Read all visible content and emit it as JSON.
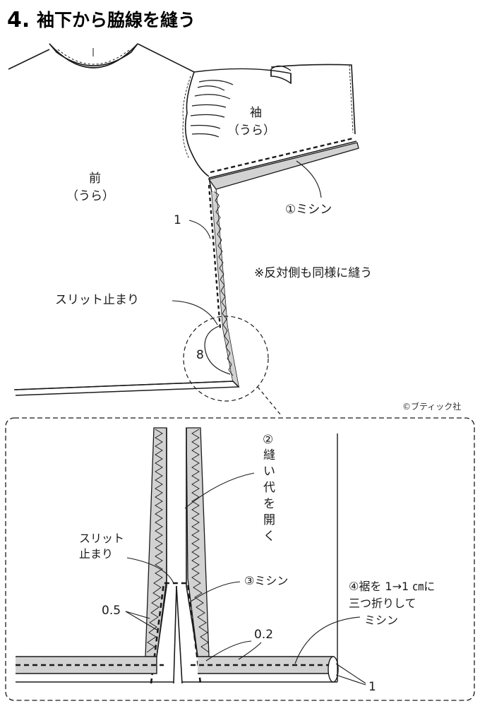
{
  "title": {
    "number": "4.",
    "text": "袖下から脇線を縫う"
  },
  "labels": {
    "sleeve": "袖",
    "sleeve_side": "（うら）",
    "front": "前",
    "front_side": "（うら）",
    "step1": "①ミシン",
    "seam1": "1",
    "note": "※反対側も同様に縫う",
    "slit_stop": "スリット止まり",
    "seam8": "8",
    "copyright": "©ブティック社",
    "step2_a": "②",
    "step2_b": "縫",
    "step2_c": "い",
    "step2_d": "代",
    "step2_e": "を",
    "step2_f": "開",
    "step2_g": "く",
    "slit_stop2_a": "スリット",
    "slit_stop2_b": "止まり",
    "step3": "③ミシン",
    "seam05": "0.5",
    "seam02": "0.2",
    "step4_a": "④裾を 1→1 ㎝に",
    "step4_b": "三つ折りして",
    "step4_c": "ミシン",
    "seam1b": "1"
  },
  "colors": {
    "line": "#1a1a1a",
    "fill": "#d2d2d2",
    "paper": "#ffffff"
  }
}
